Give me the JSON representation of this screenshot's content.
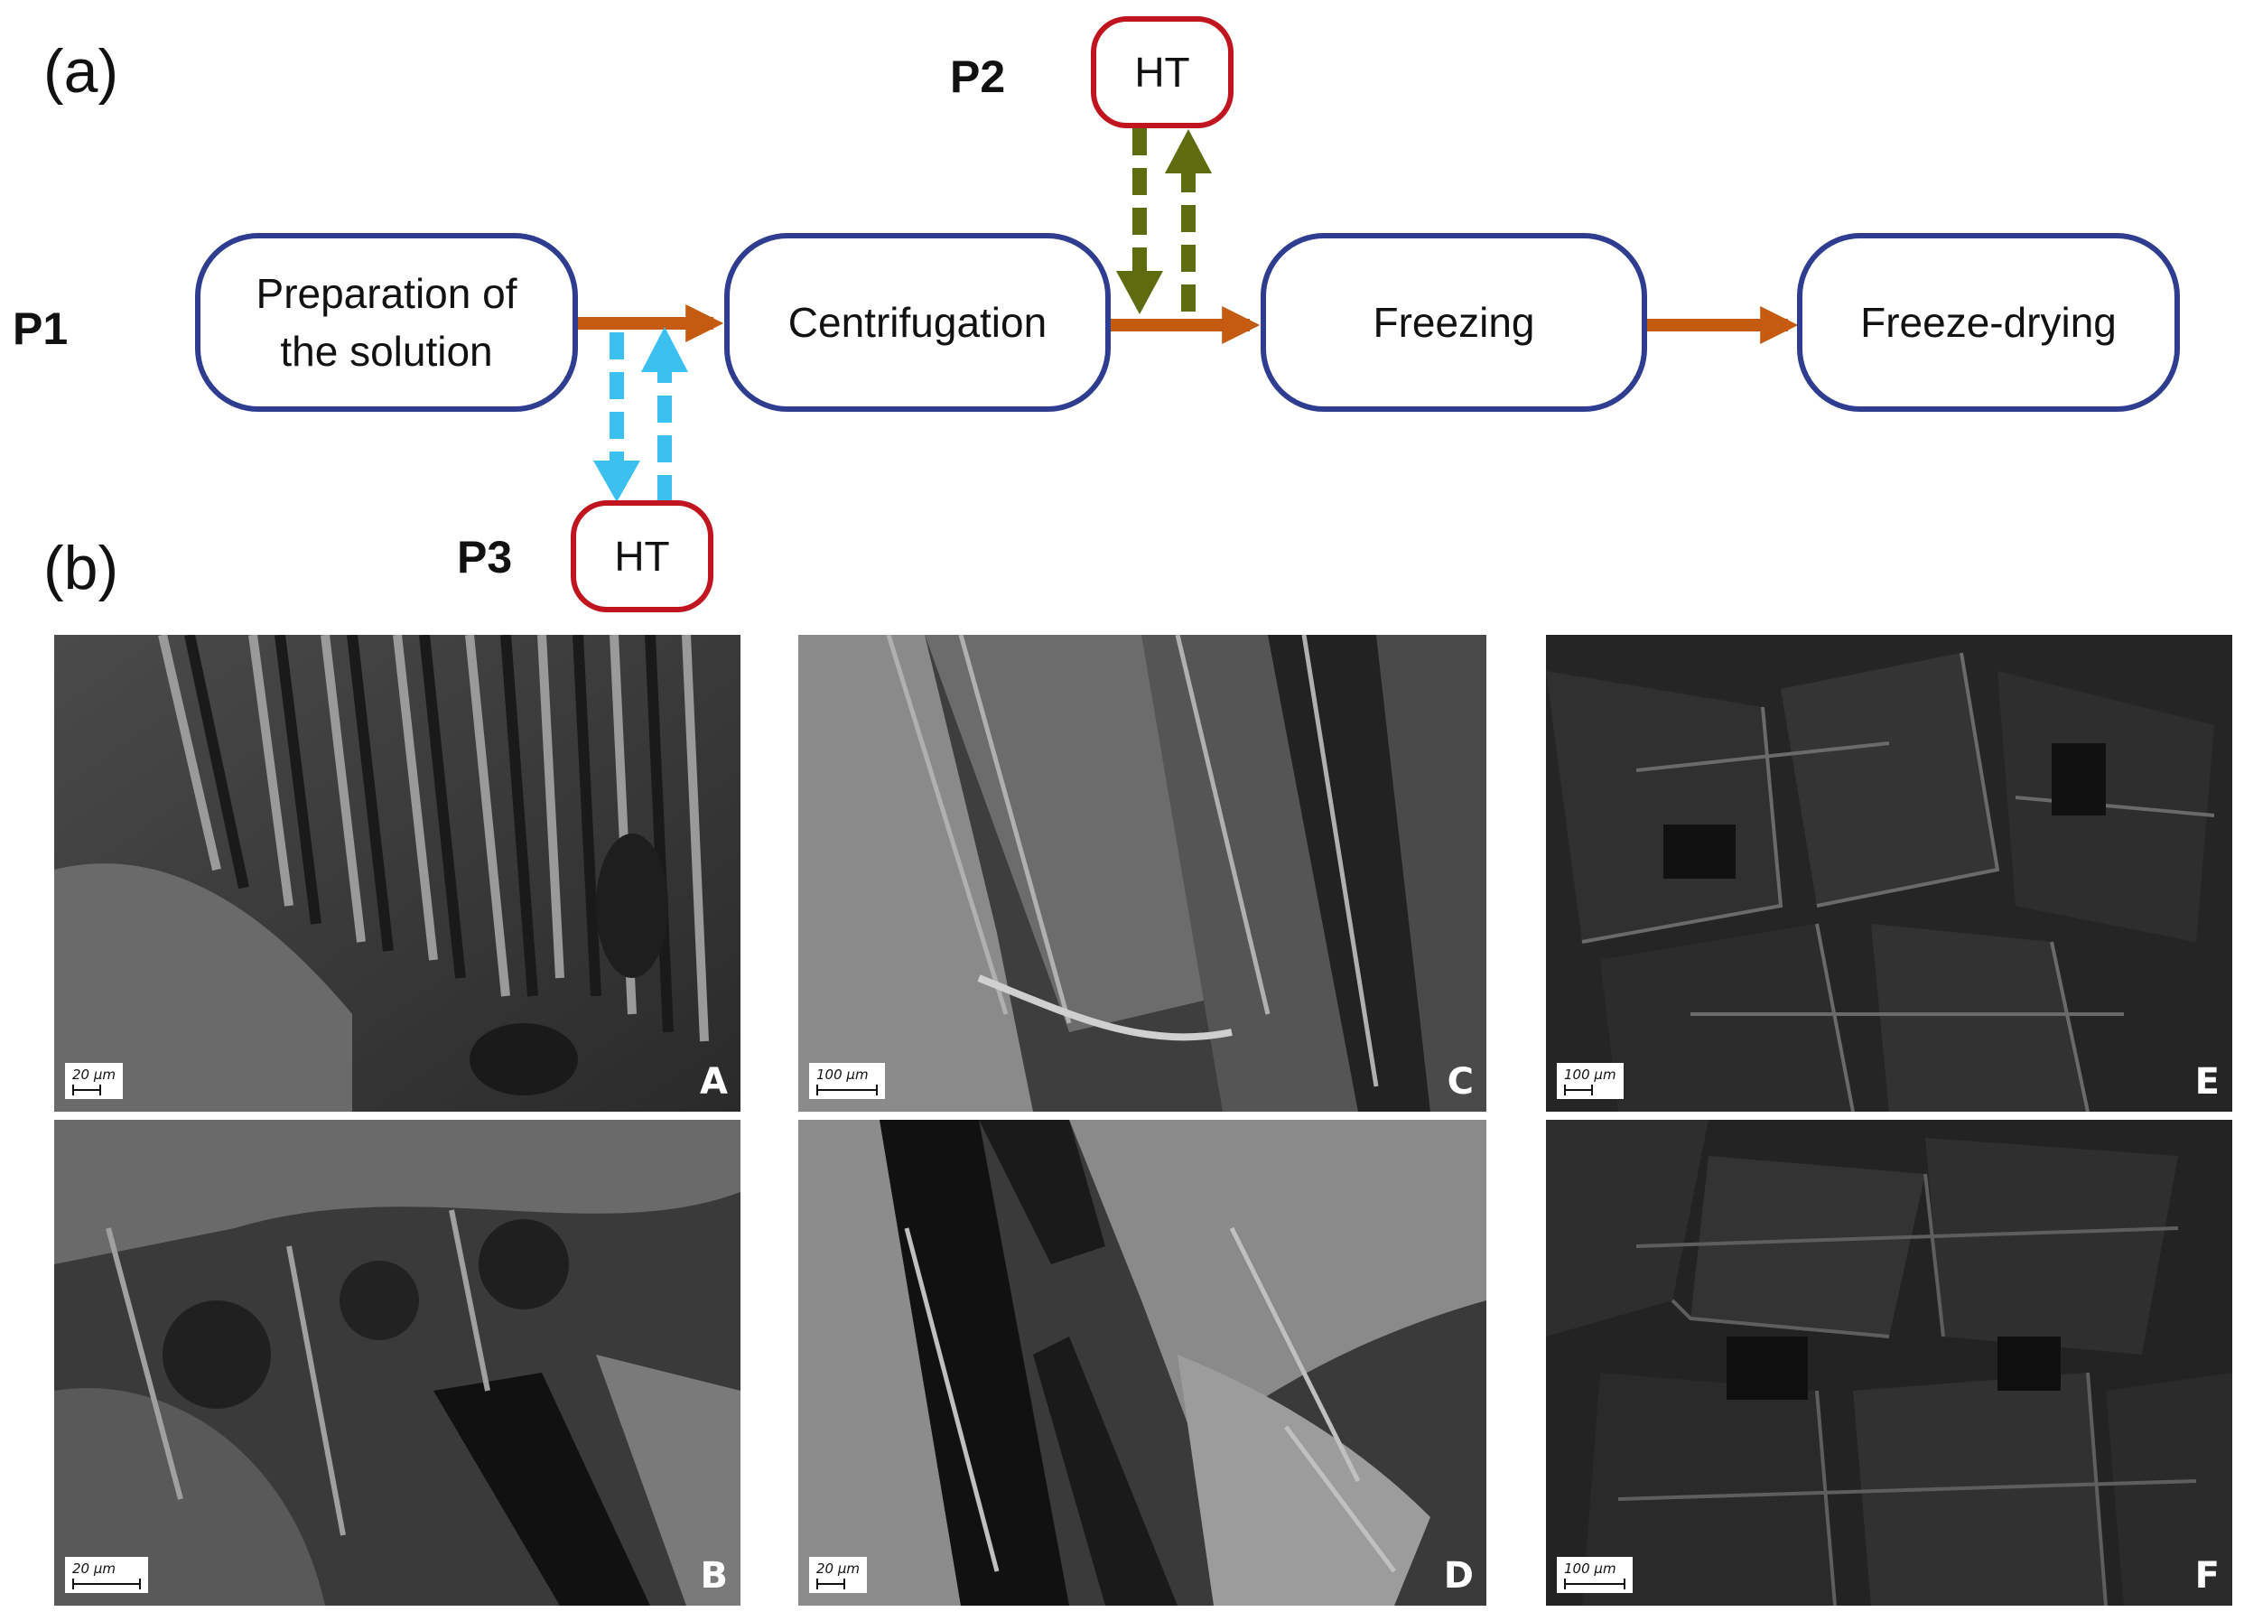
{
  "labels": {
    "a": "(a)",
    "b": "(b)"
  },
  "processes": {
    "p1": "P1",
    "p2": "P2",
    "p3": "P3"
  },
  "steps": [
    {
      "line1": "Preparation of",
      "line2": "the solution"
    },
    {
      "line1": "Centrifugation",
      "line2": ""
    },
    {
      "line1": "Freezing",
      "line2": ""
    },
    {
      "line1": "Freeze-drying",
      "line2": ""
    }
  ],
  "ht": {
    "p2": "HT",
    "p3": "HT"
  },
  "colors": {
    "box_border": "#2e3d8f",
    "ht_border": "#c0141e",
    "main_arrow": "#c55a11",
    "p2_arrow": "#5f6b0f",
    "p3_arrow": "#3cc0f0"
  },
  "images": [
    {
      "letter": "A",
      "scale": "20 µm"
    },
    {
      "letter": "B",
      "scale": "20 µm"
    },
    {
      "letter": "C",
      "scale": "100 µm"
    },
    {
      "letter": "D",
      "scale": "20 µm"
    },
    {
      "letter": "E",
      "scale": "100 µm"
    },
    {
      "letter": "F",
      "scale": "100 µm"
    }
  ]
}
